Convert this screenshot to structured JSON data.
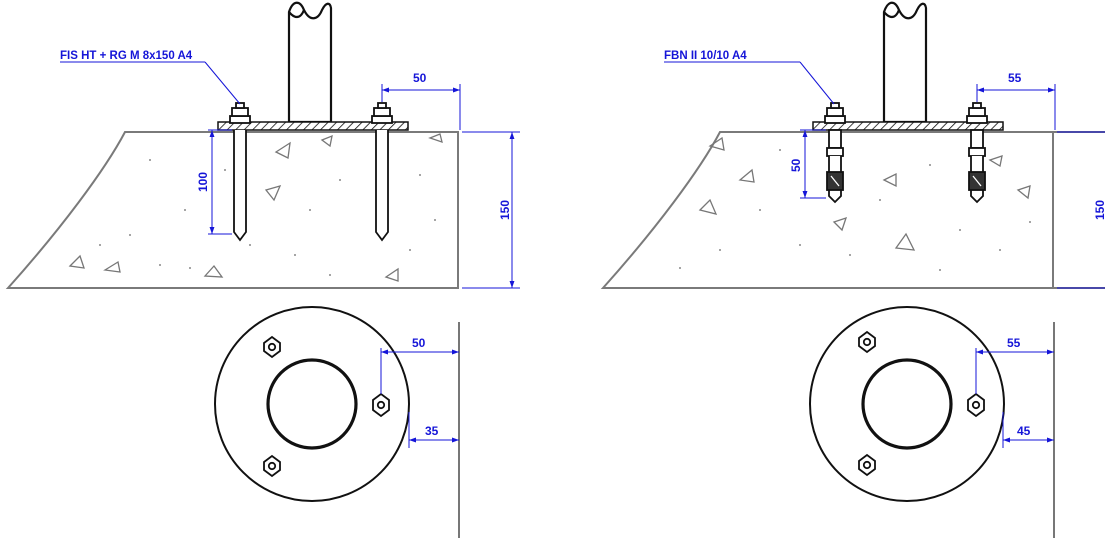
{
  "colors": {
    "outline": "#111111",
    "concrete_edge": "#7a7a7a",
    "dimension": "#1515d8",
    "background": "#ffffff"
  },
  "left_detail": {
    "anchor_label": "FIS HT + RG M 8x150 A4",
    "edge_distance_section": "50",
    "embedment_depth": "100",
    "slab_thickness": "150",
    "edge_distance_plan": "50",
    "edge_distance_plan_min": "35"
  },
  "right_detail": {
    "anchor_label": "FBN II 10/10 A4",
    "edge_distance_section": "55",
    "embedment_depth": "50",
    "slab_thickness": "150",
    "edge_distance_plan": "55",
    "edge_distance_plan_min": "45"
  },
  "icons": {
    "concrete_aggregate": "triangle-hatch",
    "bolt": "hex-nut-icon",
    "post": "tube-break-icon"
  }
}
